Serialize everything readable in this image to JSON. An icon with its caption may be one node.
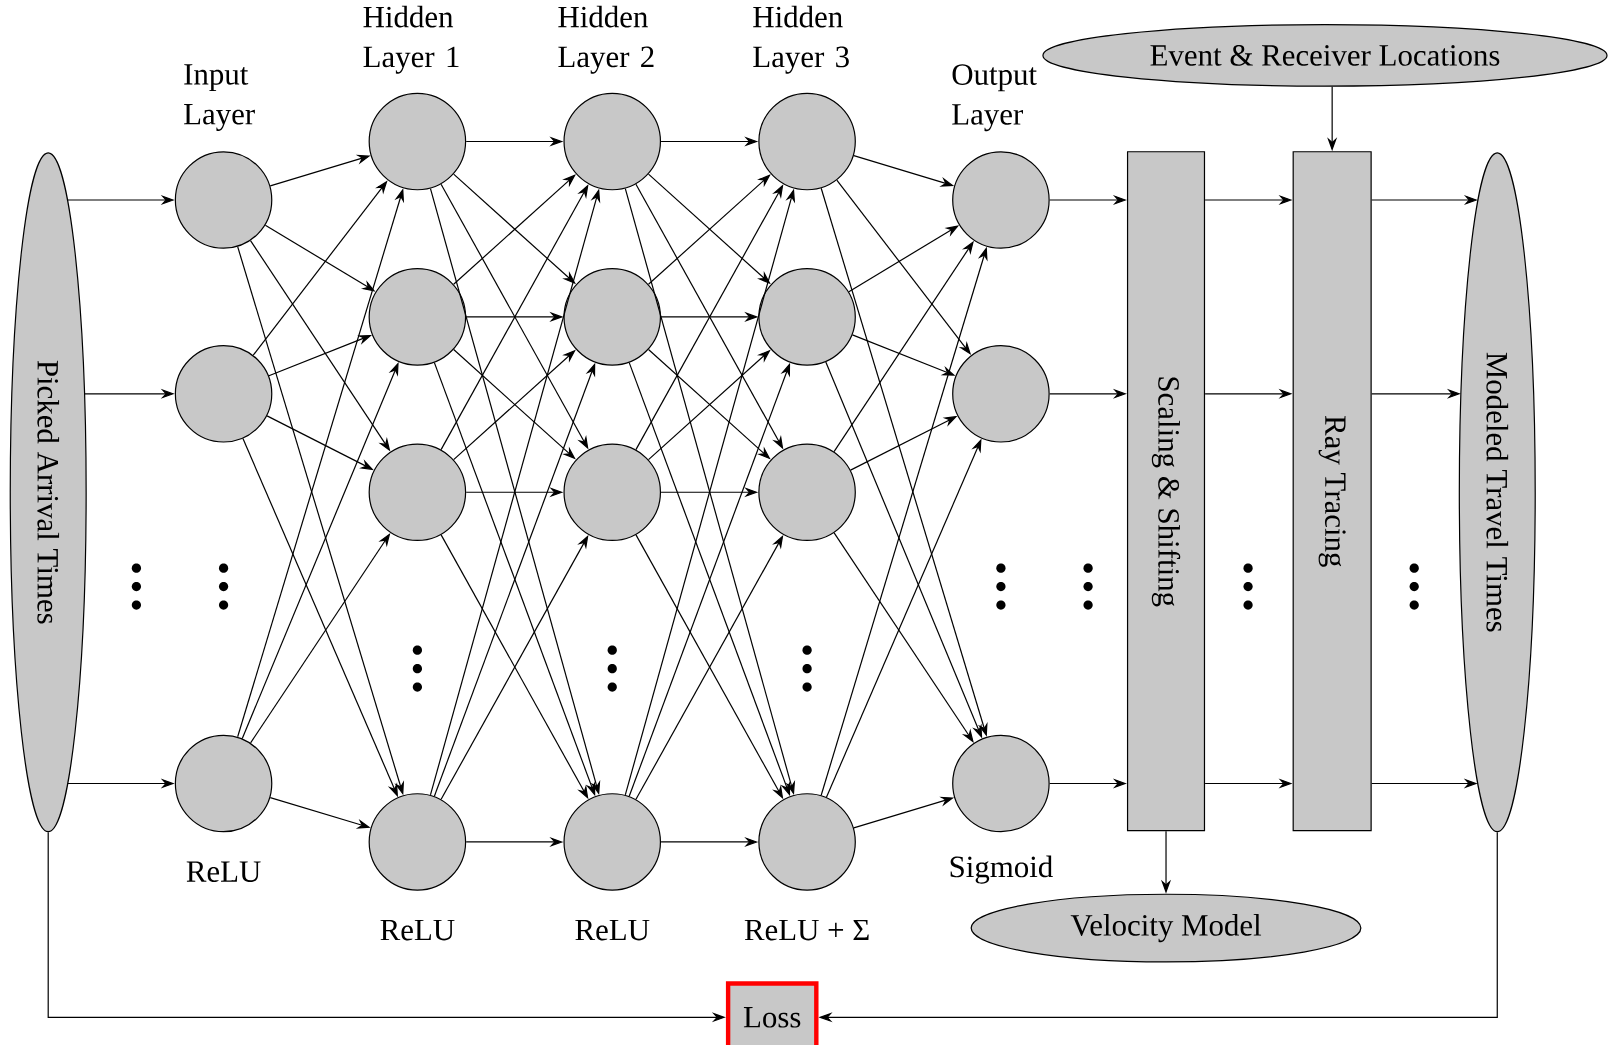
{
  "diagram": {
    "nodes": [
      {
        "text": [
          "Picked Arrival Times"
        ]
      },
      {
        "text": [],
        "shape": "circle"
      },
      {
        "text": [],
        "shape": "circle"
      },
      {
        "text": [],
        "shape": "circle"
      },
      {
        "text": [],
        "shape": "circle"
      },
      {
        "text": [],
        "shape": "circle"
      },
      {
        "text": [],
        "shape": "circle"
      },
      {
        "text": [],
        "shape": "circle"
      },
      {
        "text": [],
        "shape": "circle"
      },
      {
        "text": [],
        "shape": "circle"
      },
      {
        "text": [],
        "shape": "circle"
      },
      {
        "text": [],
        "shape": "circle"
      },
      {
        "text": [],
        "shape": "circle"
      },
      {
        "text": [],
        "shape": "circle"
      },
      {
        "text": [],
        "shape": "circle"
      },
      {
        "text": [],
        "shape": "circle"
      },
      {
        "text": [],
        "shape": "circle"
      },
      {
        "text": [],
        "shape": "circle"
      },
      {
        "text": [],
        "shape": "circle"
      },
      {
        "text": [
          "Event & Receiver Locations"
        ]
      },
      {
        "text": [
          "Scaling & Shifting"
        ]
      },
      {
        "text": [
          "Ray Tracing"
        ]
      },
      {
        "text": [
          "Modeled Travel Times"
        ]
      },
      {
        "text": [
          "Velocity Model"
        ]
      },
      {
        "text": [
          "Loss"
        ]
      }
    ],
    "edges": [
      {
        "from": 0,
        "to": 1,
        "arrow": "to"
      },
      {
        "from": 0,
        "to": 2,
        "arrow": "to"
      },
      {
        "from": 0,
        "to": 3,
        "arrow": "to"
      },
      {
        "from": 1,
        "to": 4,
        "arrow": "to"
      },
      {
        "from": 1,
        "to": 5,
        "arrow": "to"
      },
      {
        "from": 1,
        "to": 6,
        "arrow": "to"
      },
      {
        "from": 1,
        "to": 7,
        "arrow": "to"
      },
      {
        "from": 2,
        "to": 4,
        "arrow": "to"
      },
      {
        "from": 2,
        "to": 5,
        "arrow": "to"
      },
      {
        "from": 2,
        "to": 6,
        "arrow": "to"
      },
      {
        "from": 2,
        "to": 7,
        "arrow": "to"
      },
      {
        "from": 3,
        "to": 4,
        "arrow": "to"
      },
      {
        "from": 3,
        "to": 5,
        "arrow": "to"
      },
      {
        "from": 3,
        "to": 6,
        "arrow": "to"
      },
      {
        "from": 3,
        "to": 7,
        "arrow": "to"
      },
      {
        "from": 4,
        "to": 8,
        "arrow": "to"
      },
      {
        "from": 4,
        "to": 9,
        "arrow": "to"
      },
      {
        "from": 4,
        "to": 10,
        "arrow": "to"
      },
      {
        "from": 4,
        "to": 11,
        "arrow": "to"
      },
      {
        "from": 5,
        "to": 8,
        "arrow": "to"
      },
      {
        "from": 5,
        "to": 9,
        "arrow": "to"
      },
      {
        "from": 5,
        "to": 10,
        "arrow": "to"
      },
      {
        "from": 5,
        "to": 11,
        "arrow": "to"
      },
      {
        "from": 6,
        "to": 8,
        "arrow": "to"
      },
      {
        "from": 6,
        "to": 9,
        "arrow": "to"
      },
      {
        "from": 6,
        "to": 10,
        "arrow": "to"
      },
      {
        "from": 6,
        "to": 11,
        "arrow": "to"
      },
      {
        "from": 7,
        "to": 8,
        "arrow": "to"
      },
      {
        "from": 7,
        "to": 9,
        "arrow": "to"
      },
      {
        "from": 7,
        "to": 10,
        "arrow": "to"
      },
      {
        "from": 7,
        "to": 11,
        "arrow": "to"
      },
      {
        "from": 8,
        "to": 12,
        "arrow": "to"
      },
      {
        "from": 8,
        "to": 13,
        "arrow": "to"
      },
      {
        "from": 8,
        "to": 14,
        "arrow": "to"
      },
      {
        "from": 8,
        "to": 15,
        "arrow": "to"
      },
      {
        "from": 9,
        "to": 12,
        "arrow": "to"
      },
      {
        "from": 9,
        "to": 13,
        "arrow": "to"
      },
      {
        "from": 9,
        "to": 14,
        "arrow": "to"
      },
      {
        "from": 9,
        "to": 15,
        "arrow": "to"
      },
      {
        "from": 10,
        "to": 12,
        "arrow": "to"
      },
      {
        "from": 10,
        "to": 13,
        "arrow": "to"
      },
      {
        "from": 10,
        "to": 14,
        "arrow": "to"
      },
      {
        "from": 10,
        "to": 15,
        "arrow": "to"
      },
      {
        "from": 11,
        "to": 12,
        "arrow": "to"
      },
      {
        "from": 11,
        "to": 13,
        "arrow": "to"
      },
      {
        "from": 11,
        "to": 14,
        "arrow": "to"
      },
      {
        "from": 11,
        "to": 15,
        "arrow": "to"
      },
      {
        "from": 12,
        "to": 16,
        "arrow": "to"
      },
      {
        "from": 12,
        "to": 17,
        "arrow": "to"
      },
      {
        "from": 12,
        "to": 18,
        "arrow": "to"
      },
      {
        "from": 13,
        "to": 16,
        "arrow": "to"
      },
      {
        "from": 13,
        "to": 17,
        "arrow": "to"
      },
      {
        "from": 13,
        "to": 18,
        "arrow": "to"
      },
      {
        "from": 14,
        "to": 16,
        "arrow": "to"
      },
      {
        "from": 14,
        "to": 17,
        "arrow": "to"
      },
      {
        "from": 14,
        "to": 18,
        "arrow": "to"
      },
      {
        "from": 15,
        "to": 16,
        "arrow": "to"
      },
      {
        "from": 15,
        "to": 17,
        "arrow": "to"
      },
      {
        "from": 15,
        "to": 18,
        "arrow": "to"
      },
      {
        "from": 16,
        "to": 20,
        "arrow": "to"
      },
      {
        "from": 17,
        "to": 20,
        "arrow": "to"
      },
      {
        "from": 18,
        "to": 20,
        "arrow": "to"
      },
      {
        "from": 20,
        "to": 21,
        "arrow": "to"
      },
      {
        "from": 20,
        "to": 21,
        "arrow": "to"
      },
      {
        "from": 20,
        "to": 21,
        "arrow": "to"
      },
      {
        "from": 21,
        "to": 22,
        "arrow": "to"
      },
      {
        "from": 21,
        "to": 22,
        "arrow": "to"
      },
      {
        "from": 21,
        "to": 22,
        "arrow": "to"
      },
      {
        "from": 19,
        "to": 21,
        "arrow": "to"
      },
      {
        "from": 20,
        "to": 23,
        "arrow": "to"
      },
      {
        "from": 0,
        "to": 24,
        "arrow": "to"
      },
      {
        "from": 22,
        "to": 24,
        "arrow": "to"
      }
    ],
    "labels": [
      "Input Layer",
      "Hidden Layer 1",
      "Hidden Layer 2",
      "Hidden Layer 3",
      "Output Layer",
      "ReLU",
      "ReLU",
      "ReLU",
      "ReLU + Σ",
      "Sigmoid"
    ]
  }
}
